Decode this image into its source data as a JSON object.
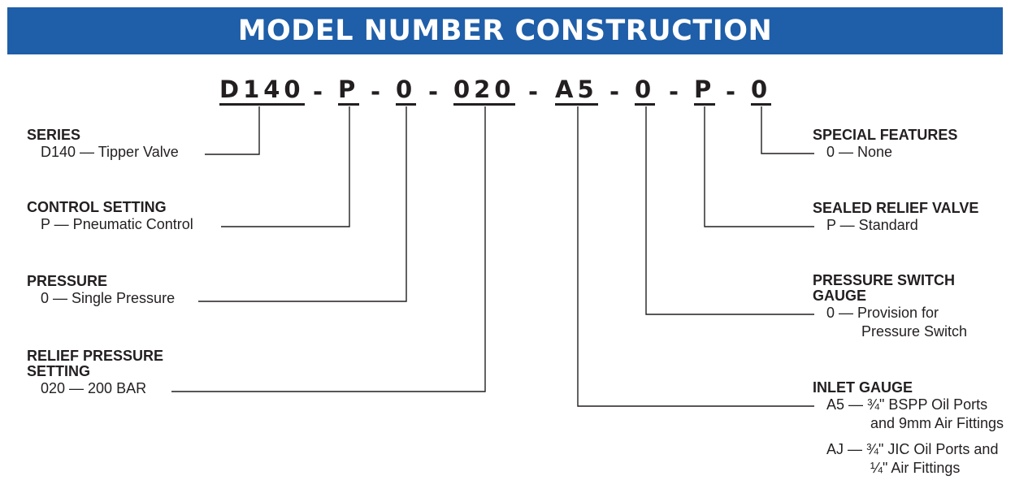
{
  "title": "MODEL NUMBER CONSTRUCTION",
  "model_code": {
    "segments": [
      "D140",
      "P",
      "0",
      "020",
      "A5",
      "0",
      "P",
      "0"
    ],
    "separator": "-"
  },
  "left_fields": {
    "series": {
      "title": "SERIES",
      "value": "D140 — Tipper Valve"
    },
    "control_setting": {
      "title": "CONTROL SETTING",
      "value": "P — Pneumatic Control"
    },
    "pressure": {
      "title": "PRESSURE",
      "value": "0 — Single Pressure"
    },
    "relief_pressure_setting": {
      "title_line1": "RELIEF PRESSURE",
      "title_line2": "SETTING",
      "value": "020 — 200 BAR"
    }
  },
  "right_fields": {
    "special_features": {
      "title": "SPECIAL FEATURES",
      "value": "0 — None"
    },
    "sealed_relief_valve": {
      "title": "SEALED RELIEF VALVE",
      "value": "P — Standard"
    },
    "pressure_switch_gauge": {
      "title_line1": "PRESSURE SWITCH",
      "title_line2": "GAUGE",
      "value_line1": "0 — Provision for",
      "value_line2": "Pressure Switch"
    },
    "inlet_gauge": {
      "title": "INLET GAUGE",
      "option1_line1": "A5 — ¾\" BSPP Oil Ports",
      "option1_line2": "and 9mm Air Fittings",
      "option2_line1": "AJ — ¾\" JIC Oil Ports and",
      "option2_line2": "¼\" Air Fittings"
    }
  },
  "colors": {
    "banner": "#1f5ea8",
    "banner_text": "#ffffff",
    "text": "#231f20"
  }
}
